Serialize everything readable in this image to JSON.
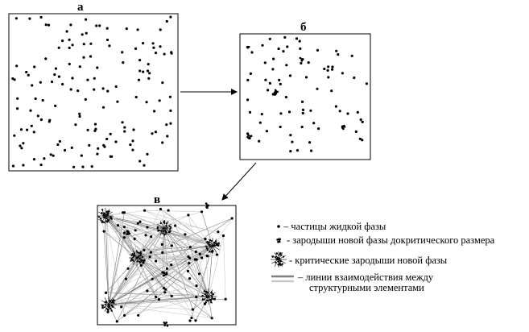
{
  "panels": {
    "a": {
      "label": "а"
    },
    "b": {
      "label": "б"
    },
    "c": {
      "label": "в"
    }
  },
  "legend": {
    "liquid_particles": "– частицы жидкой фазы",
    "subcritical_nuclei": "- зародыши новой фазы докритического размера",
    "critical_nuclei": "- критические зародыши новой фазы",
    "interaction_lines_line1": "– линии взаимодействия между",
    "interaction_lines_line2": "структурными элементами"
  },
  "colors": {
    "ink": "#000000",
    "line_dark": "#808080",
    "line_light": "#c8c8c8"
  }
}
